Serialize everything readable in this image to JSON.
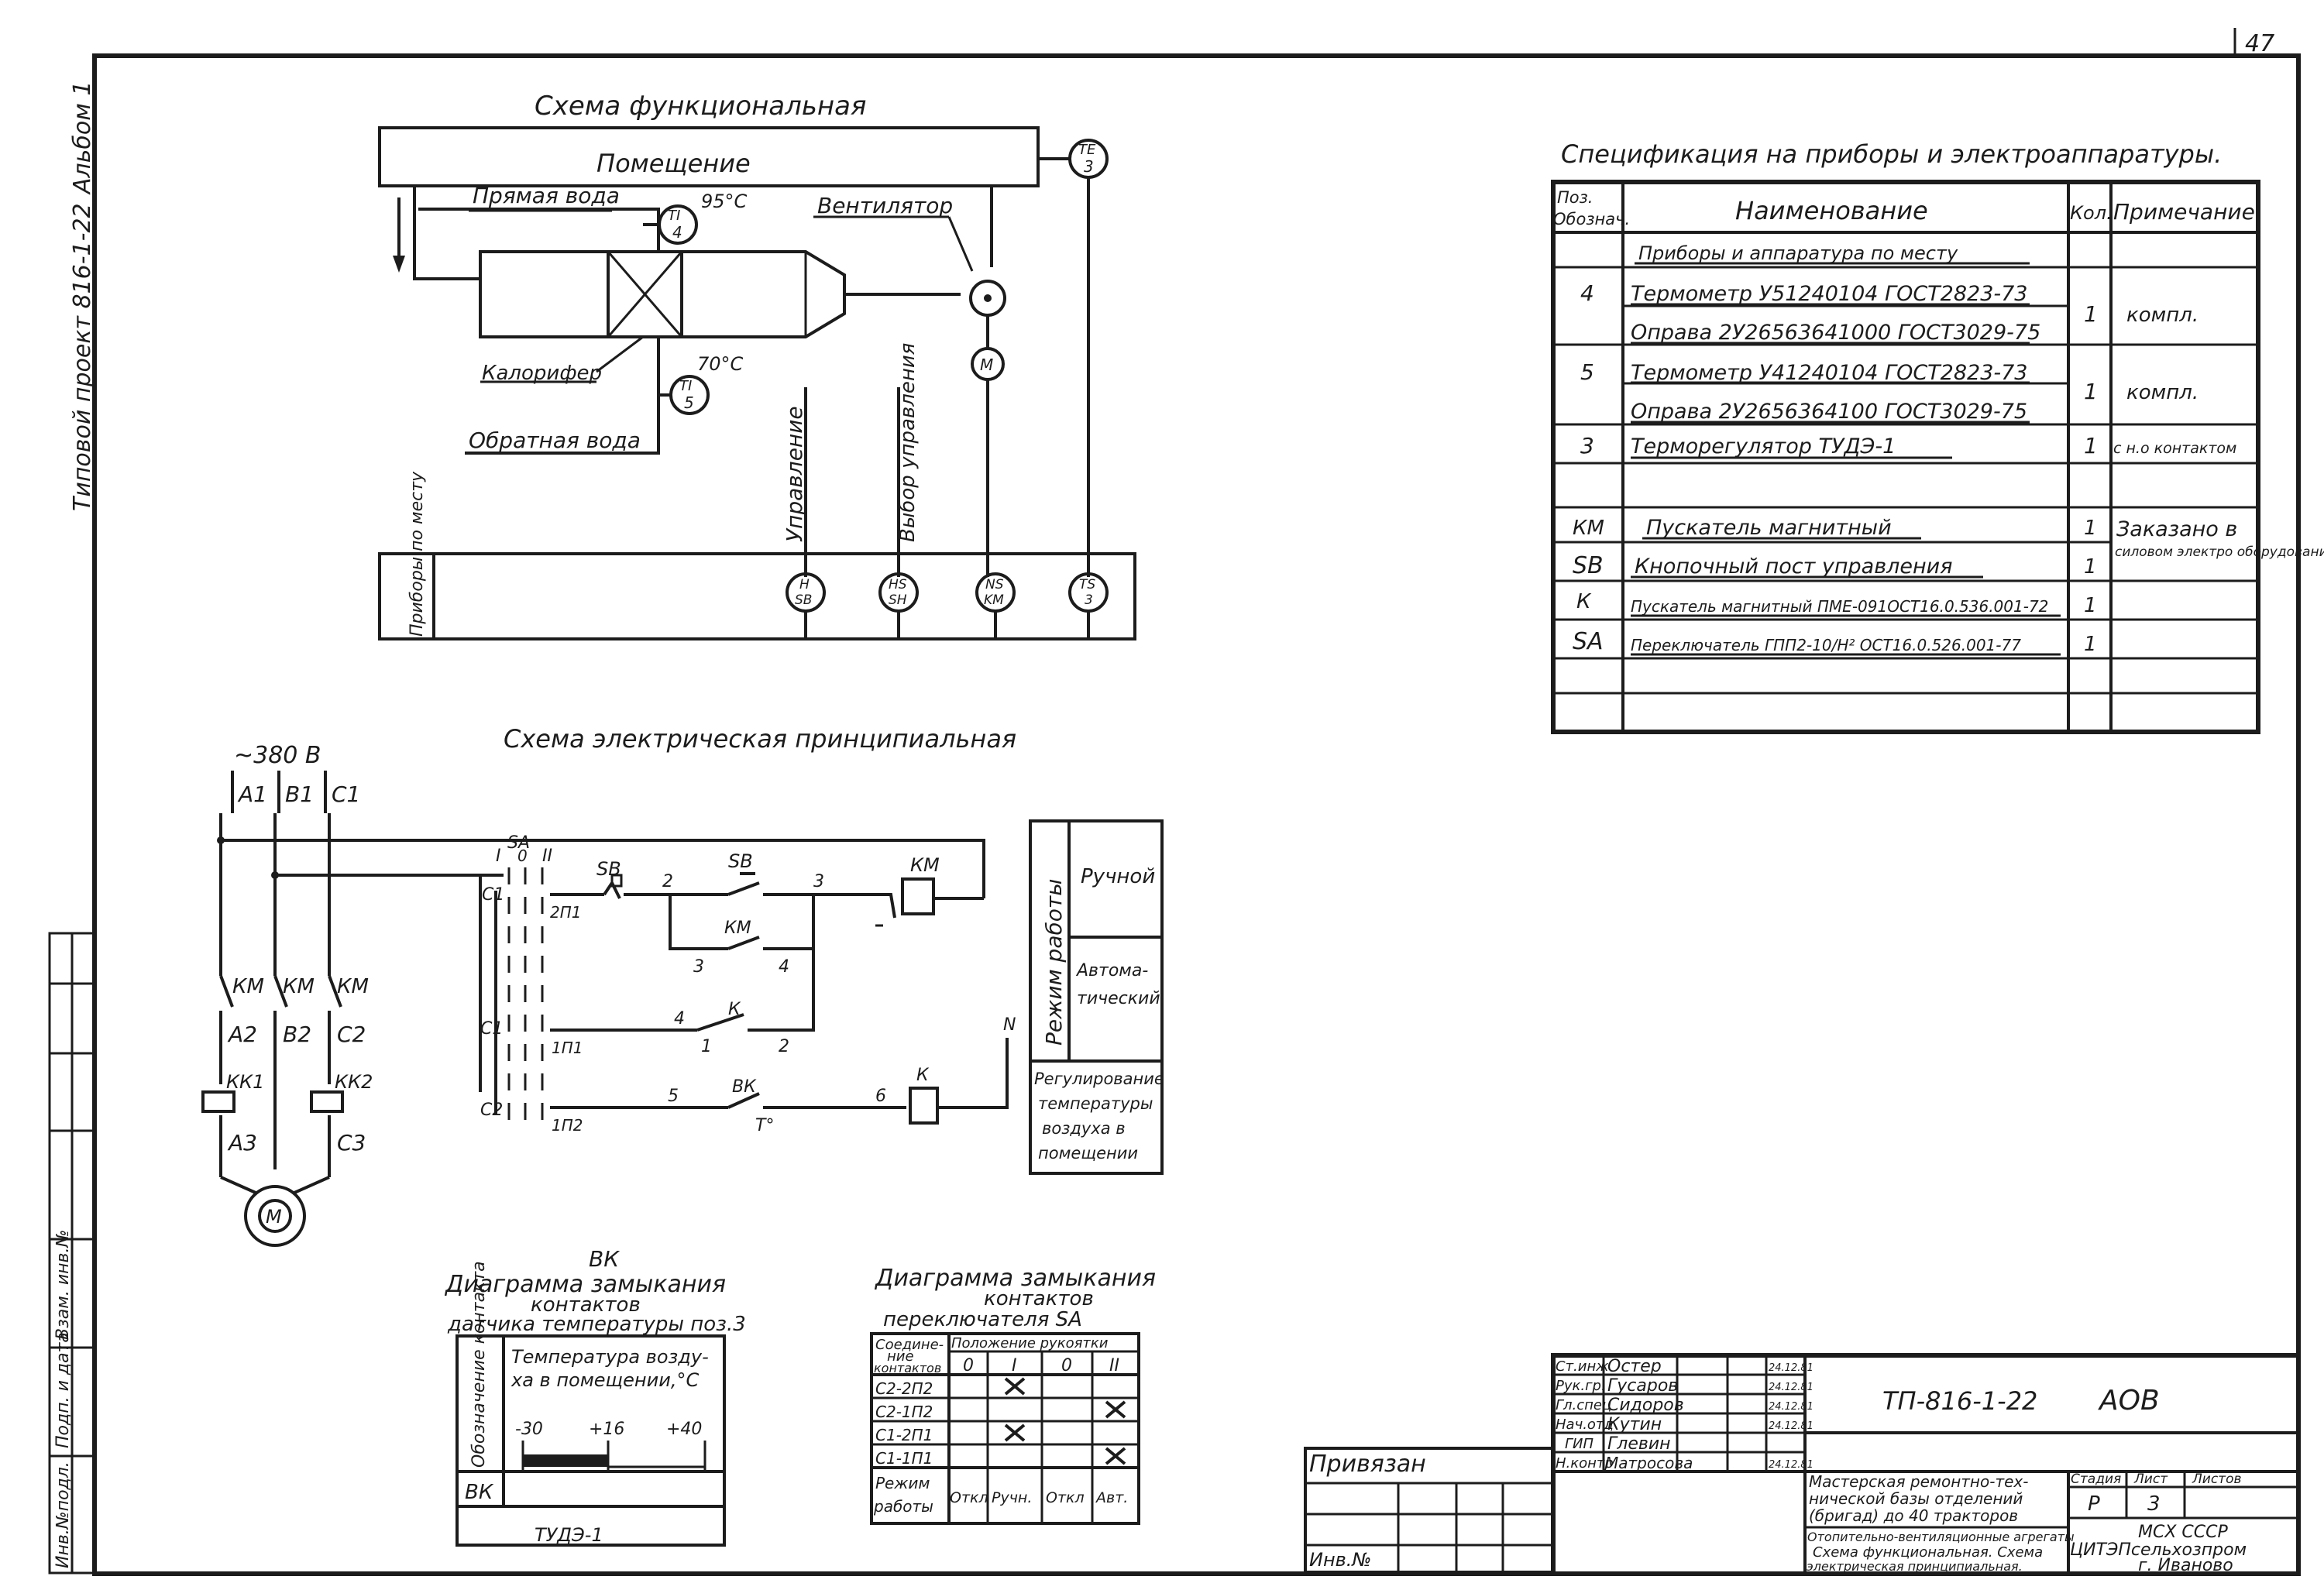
{
  "sheet": {
    "number": "47",
    "album": "Альбом 1",
    "project": "Типовой проект 816-1-22"
  },
  "functional": {
    "title": "Схема функциональная",
    "room": "Помещение",
    "supply": "Прямая вода",
    "supply_temp": "95°С",
    "heater": "Калорифер",
    "return": "Обратная вода",
    "return_temp": "70°С",
    "fan": "Вентилятор",
    "control": "Управление",
    "select": "Выбор управления",
    "field_devices": "Приборы по месту",
    "instruments": [
      {
        "top": "TI",
        "bot": "4"
      },
      {
        "top": "TI",
        "bot": "5"
      },
      {
        "top": "TE",
        "bot": "3"
      },
      {
        "top": "М",
        "bot": ""
      },
      {
        "top": "H",
        "bot": "SB"
      },
      {
        "top": "HS",
        "bot": "SH"
      },
      {
        "top": "NS",
        "bot": "KM"
      },
      {
        "top": "TS",
        "bot": "3"
      }
    ]
  },
  "spec": {
    "title": "Спецификация на приборы и электроаппаратуры.",
    "headers": [
      "Поз. Обознач.",
      "Наименование",
      "Кол.",
      "Примечание"
    ],
    "section": "Приборы и аппаратура по месту",
    "rows": [
      {
        "pos": "4",
        "name": "Термометр У51240104   ГОСТ2823-73",
        "qty": "1",
        "note": "компл."
      },
      {
        "pos": "",
        "name": "Оправа 2У26563641000   ГОСТ3029-75",
        "qty": "",
        "note": ""
      },
      {
        "pos": "5",
        "name": "Термометр У41240104  ГОСТ2823-73",
        "qty": "1",
        "note": "компл."
      },
      {
        "pos": "",
        "name": "Оправа 2У2656364100 ГОСТ3029-75",
        "qty": "",
        "note": ""
      },
      {
        "pos": "3",
        "name": "Терморегулятор ТУДЭ-1",
        "qty": "1",
        "note": "с н.о контактом"
      },
      {
        "pos": "",
        "name": "",
        "qty": "",
        "note": ""
      },
      {
        "pos": "КМ",
        "name": "Пускатель магнитный",
        "qty": "1",
        "note": "Заказано в"
      },
      {
        "pos": "SB",
        "name": "Кнопочный пост управления",
        "qty": "1",
        "note": "силовом электро оборудовании"
      },
      {
        "pos": "К",
        "name": "Пускатель магнитный ПМЕ-091ОСТ16.0.536.001-72",
        "qty": "1",
        "note": ""
      },
      {
        "pos": "SA",
        "name": "Переключатель ГПП2-10/Н² ОСТ16.0.526.001-77",
        "qty": "1",
        "note": ""
      },
      {
        "pos": "",
        "name": "",
        "qty": "",
        "note": ""
      }
    ]
  },
  "electrical": {
    "title": "Схема электрическая принципиальная",
    "voltage": "~380 В",
    "phases": [
      "A1",
      "B1",
      "C1"
    ],
    "km": [
      "КМ",
      "КМ",
      "КМ"
    ],
    "mid": [
      "A2",
      "B2",
      "C2"
    ],
    "kk": [
      "КК1",
      "КК2"
    ],
    "bot": [
      "A3",
      "C3"
    ],
    "motor": "М",
    "sa": "SA",
    "pos_i": "I",
    "pos_0": "0",
    "pos_ii": "II",
    "c1": "С1",
    "c2": "С2",
    "w2p1": "2П1",
    "w1p1": "1П1",
    "w1p2": "1П2",
    "sb1": "SB",
    "sb2": "SB",
    "km_contact": "КМ",
    "km_coil": "КМ",
    "k_contact": "К",
    "k_coil": "К",
    "vk": "ВК",
    "t_sym": "T°",
    "n_sym": "N",
    "nodes": [
      "2",
      "3",
      "3",
      "4",
      "4",
      "1",
      "2",
      "5",
      "6"
    ],
    "mode_label": "Режим работы",
    "mode_manual": "Ручной",
    "mode_auto": "Автома-тический",
    "mode_reg": "Регулирование температуры воздуха в помещении"
  },
  "vk_diagram": {
    "title1": "ВК",
    "title2": "Диаграмма замыкания",
    "title3": "контактов",
    "title4": "датчика температуры поз.3",
    "col1": "Обозначение контакта",
    "col2": "Температура воздуха в помещении,°С",
    "scale": [
      "-30",
      "+16",
      "+40"
    ],
    "row": "ВК",
    "device": "ТУДЭ-1"
  },
  "sa_diagram": {
    "title1": "Диаграмма замыкания",
    "title2": "контактов",
    "title3": "переключателя SA",
    "col1": "Соединение контактов",
    "col2": "Положение рукоятки",
    "positions": [
      "0",
      "I",
      "0",
      "II"
    ],
    "rows": [
      {
        "name": "С2-2П2",
        "marks": [
          false,
          true,
          false,
          false
        ]
      },
      {
        "name": "С2-1П2",
        "marks": [
          false,
          false,
          false,
          true
        ]
      },
      {
        "name": "С1-2П1",
        "marks": [
          false,
          true,
          false,
          false
        ]
      },
      {
        "name": "С1-1П1",
        "marks": [
          false,
          false,
          false,
          true
        ]
      }
    ],
    "mode_row": "Режим работы",
    "modes": [
      "Откл",
      "Ручн.",
      "Откл",
      "Авт."
    ]
  },
  "title_block": {
    "roles": [
      "Ст.инж",
      "Рук.гр.",
      "Гл.спец",
      "Нач.отд",
      "ГИП",
      "Н.контр"
    ],
    "names": [
      "Остер",
      "Гусаров",
      "Сидоров",
      "Кутин",
      "Глевин",
      "Матросова"
    ],
    "dates": [
      "24.12.81",
      "24.12.81",
      "24.12.81",
      "24.12.81",
      "",
      "24.12.81"
    ],
    "code": "ТП-816-1-22",
    "sheet_type": "АОВ",
    "desc1": "Мастерская ремонтно-технической базы отделений (бригад) до 40 тракторов",
    "desc2": "Отопительно-вентиляционные агрегаты",
    "desc3": "Схема функциональная. Схема электрическая принципиальная.",
    "stage_h": "Стадия",
    "sheet_h": "Лист",
    "sheets_h": "Листов",
    "stage": "Р",
    "sheet": "3",
    "org1": "МСХ СССР",
    "org2": "ЦИТЭПсельхозпром",
    "org3": "г. Иваново",
    "bound": "Привязан",
    "inv": "Инв.№"
  },
  "left_strip": [
    "Инв.№подл.",
    "Подп. и дата",
    "Взам. инв.№"
  ]
}
